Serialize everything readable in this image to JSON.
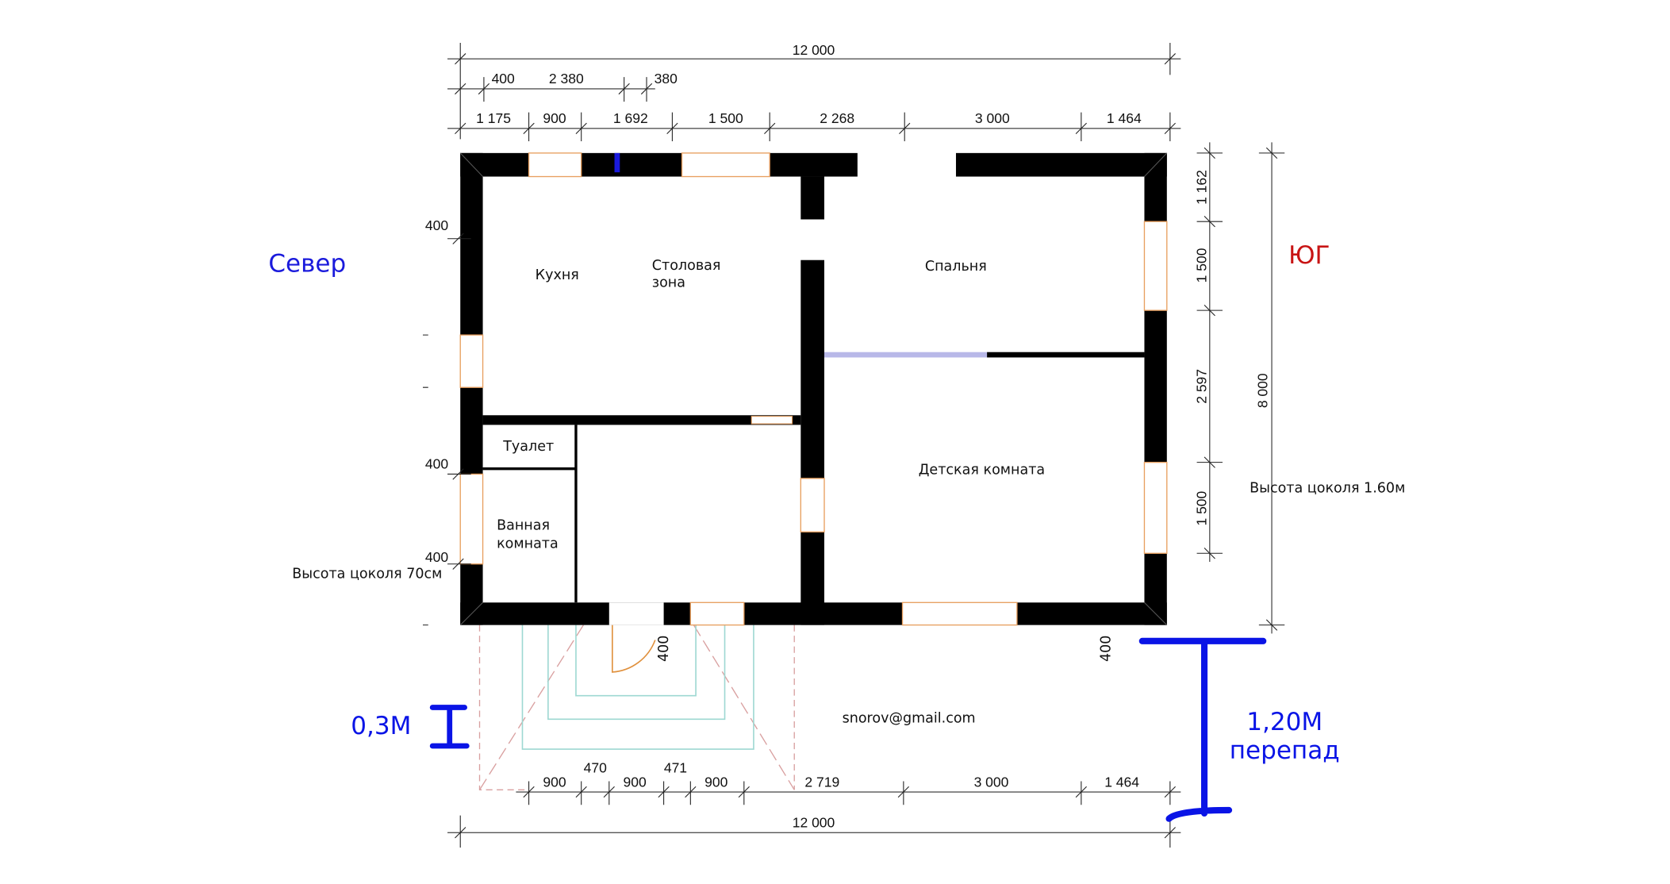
{
  "compass": {
    "north": "Север",
    "south": "ЮГ"
  },
  "colors": {
    "north": "#1a1adc",
    "south": "#c81414",
    "annotation": "#0a14e6",
    "window_frame": "#e8a060",
    "porch": "#9ed8d2",
    "porch_dashed": "#d9a0a0",
    "partition": "#b8b8e8"
  },
  "rooms": {
    "kitchen": "Кухня",
    "dining_1": "Столовая",
    "dining_2": "зона",
    "bedroom": "Спальня",
    "toilet": "Туалет",
    "bath_1": "Ванная",
    "bath_2": "комната",
    "kids": "Детская комната"
  },
  "notes": {
    "plinth_left": "Высота цоколя 70см",
    "plinth_right": "Высота цоколя 1.60м",
    "email": "snorov@gmail.com",
    "step_small": "0,3М",
    "step_big_1": "1,20М",
    "step_big_2": "перепад"
  },
  "dimensions": {
    "top_total": "12 000",
    "top_row2": [
      "400",
      "2 380",
      "380"
    ],
    "top_row3": [
      "1 175",
      "900",
      "1 692",
      "1 500",
      "2 268",
      "3 000",
      "1 464"
    ],
    "right_chain": [
      "1 162",
      "1 500",
      "2 597",
      "1 500"
    ],
    "right_total": "8 000",
    "left_marks": [
      "400",
      "400",
      "400"
    ],
    "porch_marks": [
      "400",
      "400"
    ],
    "bottom_row": [
      "900",
      "470",
      "900",
      "471",
      "900",
      "2 719",
      "3 000",
      "1 464"
    ],
    "bottom_total": "12 000"
  }
}
